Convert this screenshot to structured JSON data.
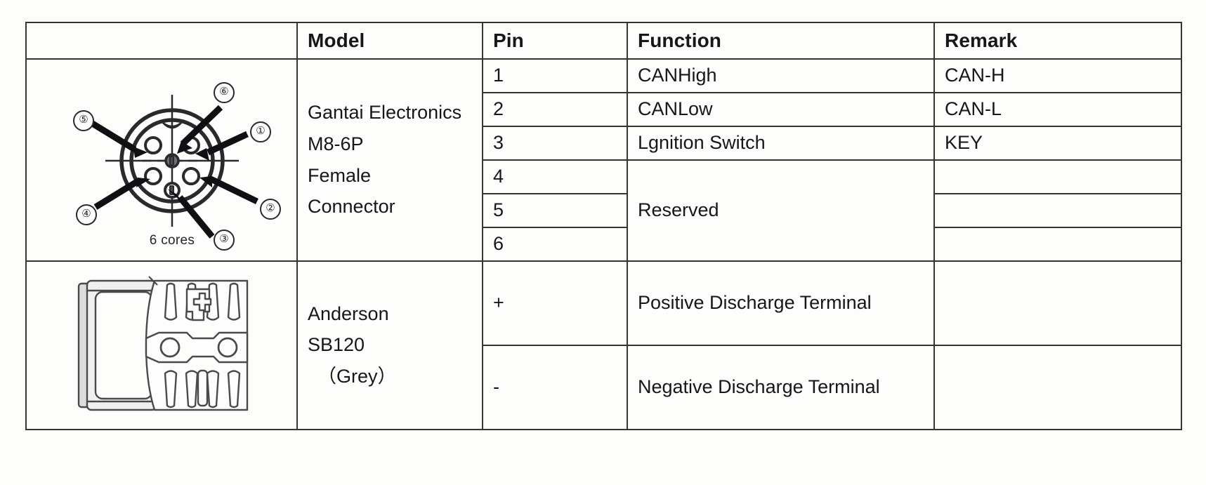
{
  "table": {
    "headers": {
      "image": "",
      "model": "Model",
      "pin": "Pin",
      "function": "Function",
      "remark": "Remark"
    },
    "sections": [
      {
        "id": "m8-connector",
        "image": {
          "type": "m8-6p-female-connector-diagram",
          "caption": "6 cores",
          "pin_callouts": [
            "⑥",
            "①",
            "②",
            "③",
            "④",
            "⑤"
          ],
          "callout_positions": {
            "top": "⑥",
            "upper_right": "①",
            "lower_right": "②",
            "bottom": "③",
            "lower_left": "④",
            "upper_left": "⑤"
          }
        },
        "model_lines": [
          "Gantai Electronics",
          "M8-6P",
          "Female",
          "Connector"
        ],
        "rows": [
          {
            "pin": "1",
            "function": "CANHigh",
            "remark": "CAN-H"
          },
          {
            "pin": "2",
            "function": "CANLow",
            "remark": "CAN-L"
          },
          {
            "pin": "3",
            "function": "Lgnition Switch",
            "remark": "KEY"
          },
          {
            "pin": "4",
            "function": "",
            "remark": ""
          },
          {
            "pin": "5",
            "function": "Reserved",
            "remark": ""
          },
          {
            "pin": "6",
            "function": "",
            "remark": ""
          }
        ],
        "merged_function": "Reserved"
      },
      {
        "id": "anderson-sb120",
        "image": {
          "type": "anderson-sb120-connector-drawing",
          "caption": ""
        },
        "model_lines": [
          "Anderson",
          "SB120",
          "（Grey）"
        ],
        "rows": [
          {
            "pin": "+",
            "function": "Positive Discharge Terminal",
            "remark": ""
          },
          {
            "pin": "-",
            "function": "Negative Discharge Terminal",
            "remark": ""
          }
        ]
      }
    ]
  },
  "colors": {
    "page_background": "#fdfdfb",
    "border": "#3a342e",
    "text": "#17171a",
    "drawing_line": "#2a2a2e",
    "drawing_fill_light": "#d8d8d6"
  }
}
